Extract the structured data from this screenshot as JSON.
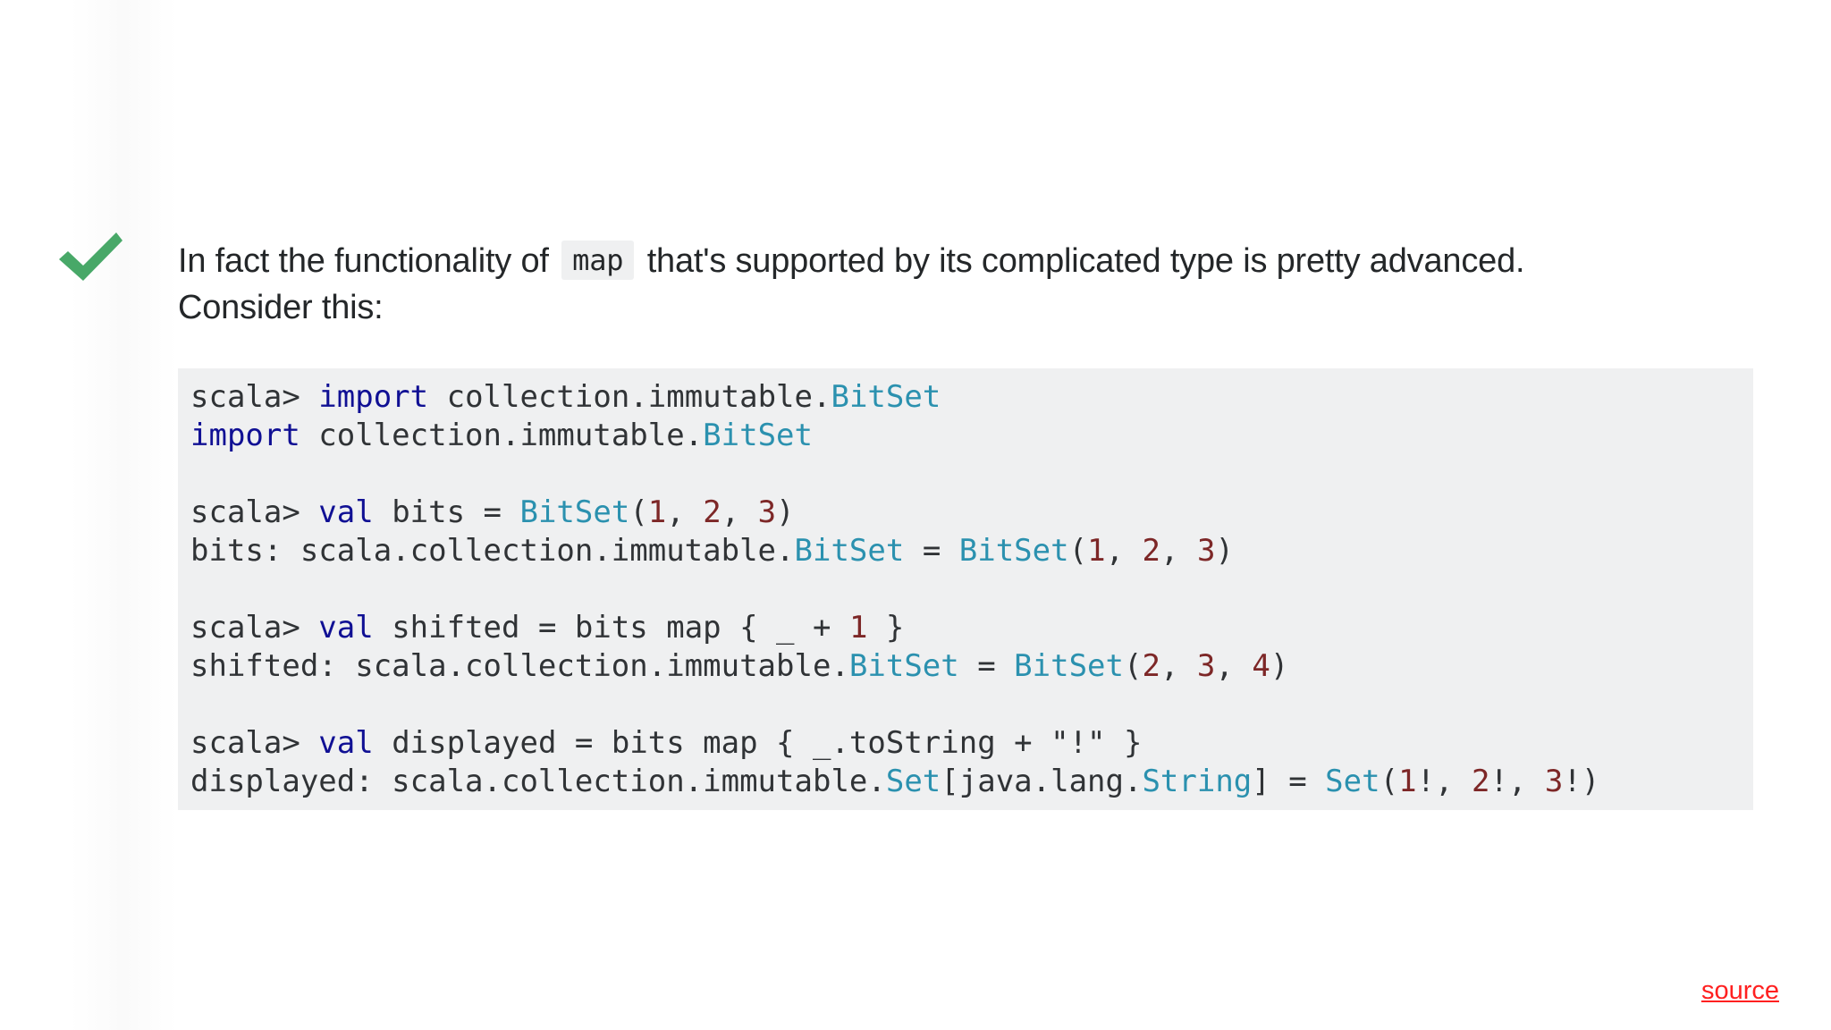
{
  "answer": {
    "intro_before": "In fact the functionality of",
    "inline_code": "map",
    "intro_after": "that's supported by its complicated type is pretty advanced.",
    "intro_line2": "Consider this:"
  },
  "code": {
    "lines": [
      [
        {
          "t": "scala> ",
          "c": ""
        },
        {
          "t": "import",
          "c": "kw"
        },
        {
          "t": " collection.immutable.",
          "c": ""
        },
        {
          "t": "BitSet",
          "c": "type"
        }
      ],
      [
        {
          "t": "import",
          "c": "kw"
        },
        {
          "t": " collection.immutable.",
          "c": ""
        },
        {
          "t": "BitSet",
          "c": "type"
        }
      ],
      [],
      [
        {
          "t": "scala> ",
          "c": ""
        },
        {
          "t": "val",
          "c": "kw"
        },
        {
          "t": " bits = ",
          "c": ""
        },
        {
          "t": "BitSet",
          "c": "type"
        },
        {
          "t": "(",
          "c": ""
        },
        {
          "t": "1",
          "c": "num"
        },
        {
          "t": ", ",
          "c": ""
        },
        {
          "t": "2",
          "c": "num"
        },
        {
          "t": ", ",
          "c": ""
        },
        {
          "t": "3",
          "c": "num"
        },
        {
          "t": ")",
          "c": ""
        }
      ],
      [
        {
          "t": "bits: scala.collection.immutable.",
          "c": ""
        },
        {
          "t": "BitSet",
          "c": "type"
        },
        {
          "t": " = ",
          "c": ""
        },
        {
          "t": "BitSet",
          "c": "type"
        },
        {
          "t": "(",
          "c": ""
        },
        {
          "t": "1",
          "c": "num"
        },
        {
          "t": ", ",
          "c": ""
        },
        {
          "t": "2",
          "c": "num"
        },
        {
          "t": ", ",
          "c": ""
        },
        {
          "t": "3",
          "c": "num"
        },
        {
          "t": ")",
          "c": ""
        }
      ],
      [],
      [
        {
          "t": "scala> ",
          "c": ""
        },
        {
          "t": "val",
          "c": "kw"
        },
        {
          "t": " shifted = bits map { _ + ",
          "c": ""
        },
        {
          "t": "1",
          "c": "num"
        },
        {
          "t": " }",
          "c": ""
        }
      ],
      [
        {
          "t": "shifted: scala.collection.immutable.",
          "c": ""
        },
        {
          "t": "BitSet",
          "c": "type"
        },
        {
          "t": " = ",
          "c": ""
        },
        {
          "t": "BitSet",
          "c": "type"
        },
        {
          "t": "(",
          "c": ""
        },
        {
          "t": "2",
          "c": "num"
        },
        {
          "t": ", ",
          "c": ""
        },
        {
          "t": "3",
          "c": "num"
        },
        {
          "t": ", ",
          "c": ""
        },
        {
          "t": "4",
          "c": "num"
        },
        {
          "t": ")",
          "c": ""
        }
      ],
      [],
      [
        {
          "t": "scala> ",
          "c": ""
        },
        {
          "t": "val",
          "c": "kw"
        },
        {
          "t": " displayed = bits map { _.toString + \"!\" }",
          "c": ""
        }
      ],
      [
        {
          "t": "displayed: scala.collection.immutable.",
          "c": ""
        },
        {
          "t": "Set",
          "c": "type"
        },
        {
          "t": "[java.lang.",
          "c": ""
        },
        {
          "t": "String",
          "c": "type"
        },
        {
          "t": "] = ",
          "c": ""
        },
        {
          "t": "Set",
          "c": "type"
        },
        {
          "t": "(",
          "c": ""
        },
        {
          "t": "1",
          "c": "num"
        },
        {
          "t": "!, ",
          "c": ""
        },
        {
          "t": "2",
          "c": "num"
        },
        {
          "t": "!, ",
          "c": ""
        },
        {
          "t": "3",
          "c": "num"
        },
        {
          "t": "!)",
          "c": ""
        }
      ]
    ]
  },
  "footer": {
    "source_label": "source"
  },
  "icons": {
    "accepted": "check-icon"
  },
  "colors": {
    "check": "#48a868",
    "code_bg": "#eff0f1",
    "text": "#242729",
    "keyword": "#101094",
    "type": "#2b91af",
    "number": "#7d2727",
    "link": "#ff2020"
  }
}
